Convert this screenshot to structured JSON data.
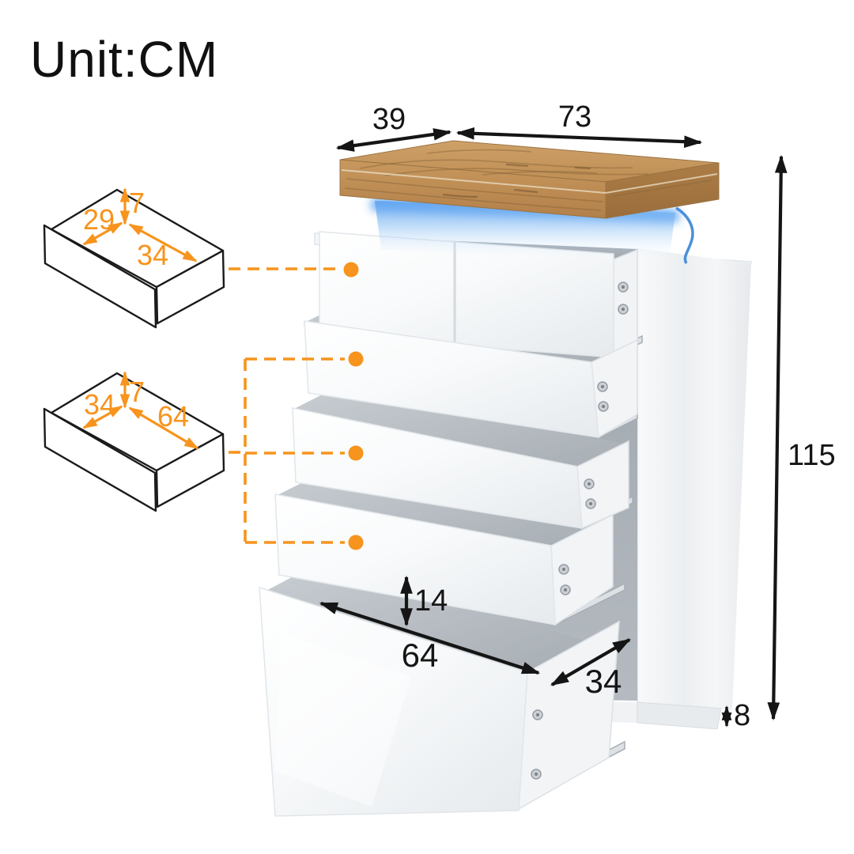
{
  "unit_label": "Unit:CM",
  "colors": {
    "accent_orange": "#F7941D",
    "dimension_black": "#151515",
    "wood_top": "#C0905A",
    "led_blue": "#5AA7EE",
    "drawer_white": "#F7F9FA",
    "interior_gray": "#A9AFB5"
  },
  "cabinet": {
    "top_depth_cm": "39",
    "top_width_cm": "73",
    "height_cm": "115",
    "base_height_cm": "8"
  },
  "open_drawer": {
    "inner_height_cm": "14",
    "inner_width_cm": "64",
    "inner_depth_cm": "34"
  },
  "drawer_diagram_top": {
    "inner_depth_cm": "29",
    "inner_height_cm": "7",
    "inner_width_cm": "34"
  },
  "drawer_diagram_bottom": {
    "inner_depth_cm": "34",
    "inner_height_cm": "7",
    "inner_width_cm": "64"
  }
}
